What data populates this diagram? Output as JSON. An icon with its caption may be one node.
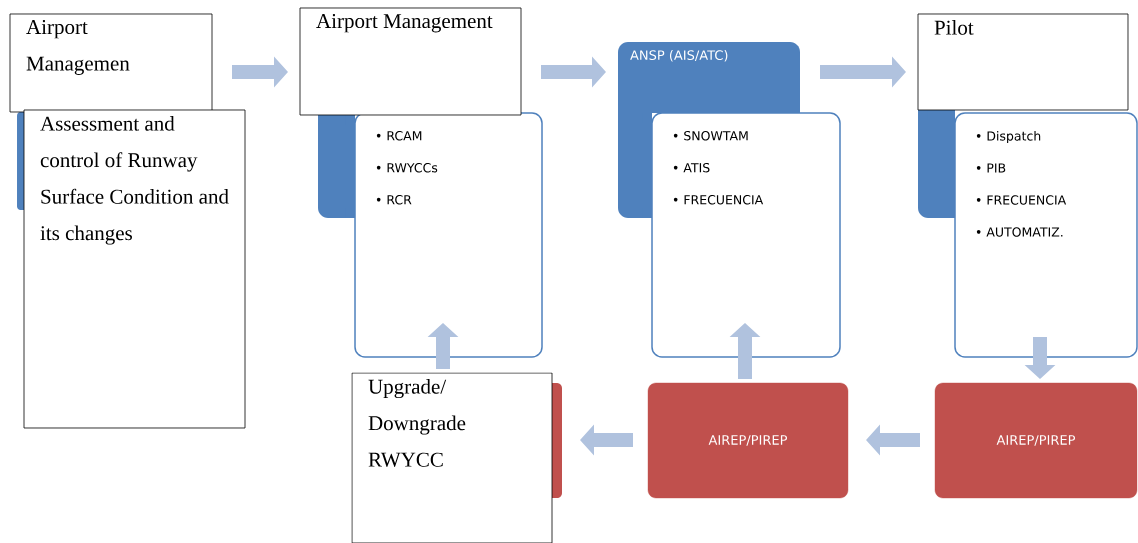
{
  "diagram": {
    "nodes": [
      {
        "text": [],
        "shape": "box"
      },
      {
        "text": [
          "Airport Managemen"
        ]
      },
      {
        "text": [
          "Assessment and control of Runway Surface Condition and its changes"
        ]
      },
      {
        "text": [],
        "shape": "box"
      },
      {
        "text": [
          "Airport Management"
        ]
      },
      {
        "text": [
          "• RCAM",
          "• RWYCCs",
          "• RCR"
        ]
      },
      {
        "text": [
          "ANSP (AIS/ATC)"
        ]
      },
      {
        "text": [
          "• SNOWTAM",
          "• ATIS",
          "• FRECUENCIA"
        ]
      },
      {
        "text": [],
        "shape": "box"
      },
      {
        "text": [
          "Pilot"
        ]
      },
      {
        "text": [
          "• Dispatch",
          "• PIB",
          "• FRECUENCIA",
          "• AUTOMATIZ."
        ]
      },
      {
        "text": [],
        "shape": "box"
      },
      {
        "text": [
          "Upgrade/ Downgrade RWYCC"
        ]
      },
      {
        "text": [
          "AIREP/PIREP"
        ]
      },
      {
        "text": [
          "AIREP/PIREP"
        ]
      }
    ],
    "edges": [
      {
        "from": 1,
        "to": 4,
        "arrow": "to"
      },
      {
        "from": 4,
        "to": 6,
        "arrow": "to"
      },
      {
        "from": 6,
        "to": 9,
        "arrow": "to"
      },
      {
        "from": 10,
        "to": 14,
        "arrow": "to"
      },
      {
        "from": 14,
        "to": 13,
        "arrow": "to"
      },
      {
        "from": 13,
        "to": 11,
        "arrow": "to"
      },
      {
        "from": 13,
        "to": 7,
        "arrow": "to"
      },
      {
        "from": 12,
        "to": 5,
        "arrow": "to"
      }
    ]
  }
}
